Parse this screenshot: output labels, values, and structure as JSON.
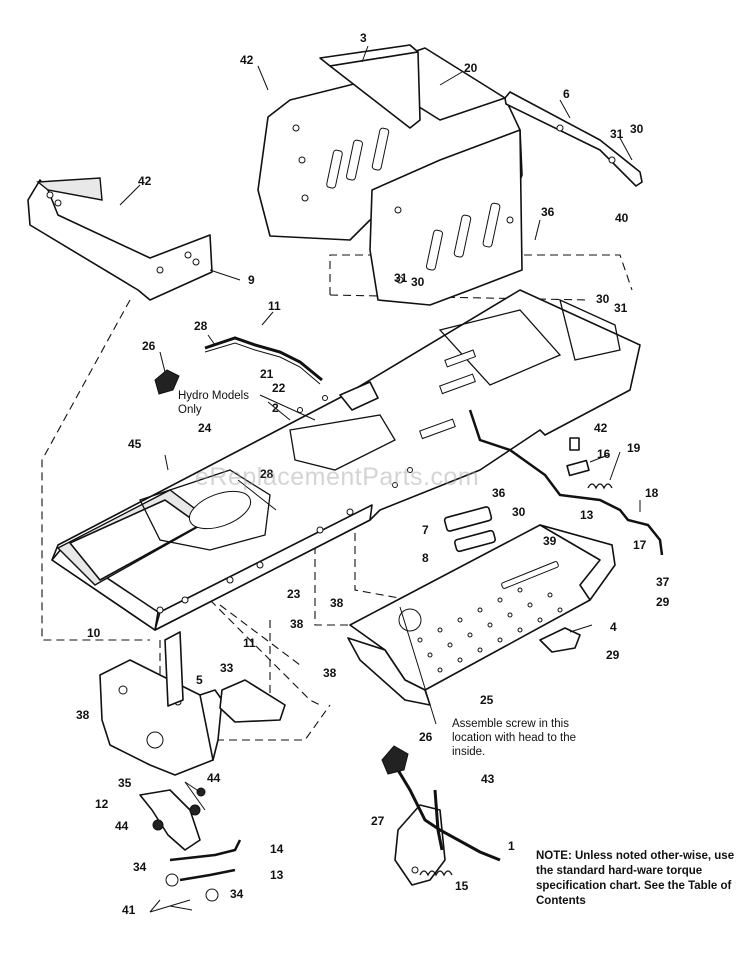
{
  "watermark": "eReplacementParts.com",
  "note": "NOTE: Unless noted other-wise, use the standard hard-ware torque specification chart. See the Table of Contents",
  "annotations": {
    "hydro_line1": "Hydro Models",
    "hydro_line2": "Only",
    "assemble_line1": "Assemble screw in this",
    "assemble_line2": "location with head to the",
    "assemble_line3": "inside."
  },
  "callouts": [
    "3",
    "20",
    "42",
    "6",
    "31",
    "30",
    "40",
    "42",
    "9",
    "36",
    "31",
    "30",
    "11",
    "28",
    "26",
    "21",
    "22",
    "2",
    "30",
    "31",
    "45",
    "24",
    "42",
    "16",
    "19",
    "18",
    "28",
    "36",
    "30",
    "7",
    "8",
    "13",
    "17",
    "39",
    "37",
    "29",
    "23",
    "38",
    "38",
    "4",
    "29",
    "10",
    "11",
    "5",
    "33",
    "38",
    "38",
    "25",
    "26",
    "35",
    "44",
    "12",
    "44",
    "43",
    "14",
    "13",
    "34",
    "34",
    "41",
    "27",
    "1",
    "15"
  ]
}
